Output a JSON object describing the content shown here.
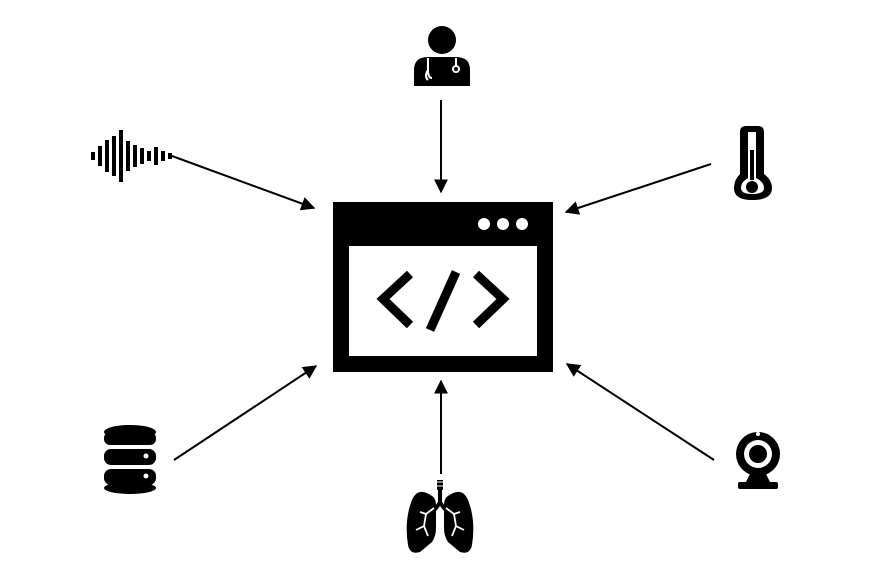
{
  "diagram": {
    "center": {
      "icon": "code-window-icon"
    },
    "inputs": [
      {
        "id": "doctor",
        "icon": "doctor-icon"
      },
      {
        "id": "thermometer",
        "icon": "thermometer-icon"
      },
      {
        "id": "webcam",
        "icon": "webcam-icon"
      },
      {
        "id": "lungs",
        "icon": "lungs-icon"
      },
      {
        "id": "database",
        "icon": "database-icon"
      },
      {
        "id": "audio",
        "icon": "audio-waveform-icon"
      }
    ],
    "colors": {
      "ink": "#000000",
      "background": "#ffffff"
    }
  }
}
